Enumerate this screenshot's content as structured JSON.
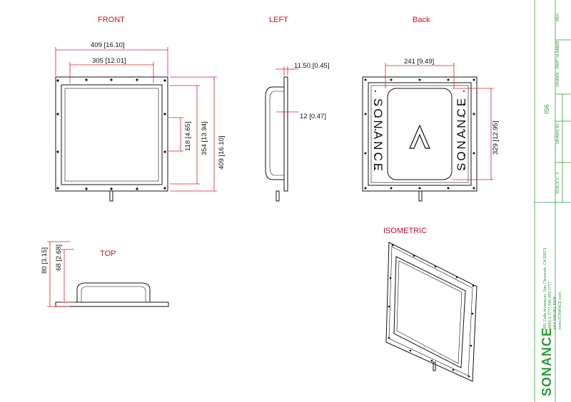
{
  "views": {
    "front": "FRONT",
    "left": "LEFT",
    "back": "Back",
    "top": "TOP",
    "isometric": "ISOMETRIC"
  },
  "dimensions": {
    "front_width": "409 [16.10]",
    "front_inner_width": "305 [12.01]",
    "front_mid_height": "118 [4.65]",
    "front_inner_height": "354 [13.94]",
    "front_height": "409 [16.10]",
    "left_flange": "11.50 [0.45]",
    "left_depth": "12 [0.47]",
    "back_width": "241 [9.49]",
    "back_height": "329 [12.95]",
    "top_total": "80 [3.15]",
    "top_body": "68 [2.68]"
  },
  "brand": {
    "panel_text": "SONANCE",
    "logo": "SONANCE"
  },
  "title_block": {
    "address1": "991 Calle Amanecer, San Clemente, CA 92673",
    "phone": "(800) 2-7777 949 492-7777",
    "fax": "FAX 949 361-5579",
    "web": "www.SONANCE.com",
    "scale": "SCALE 1 : 2",
    "drawn_by": "DRAWN BY:",
    "part_number": "DRAWN - PART NUMBER",
    "rev": "REV.",
    "model": "IS6"
  }
}
